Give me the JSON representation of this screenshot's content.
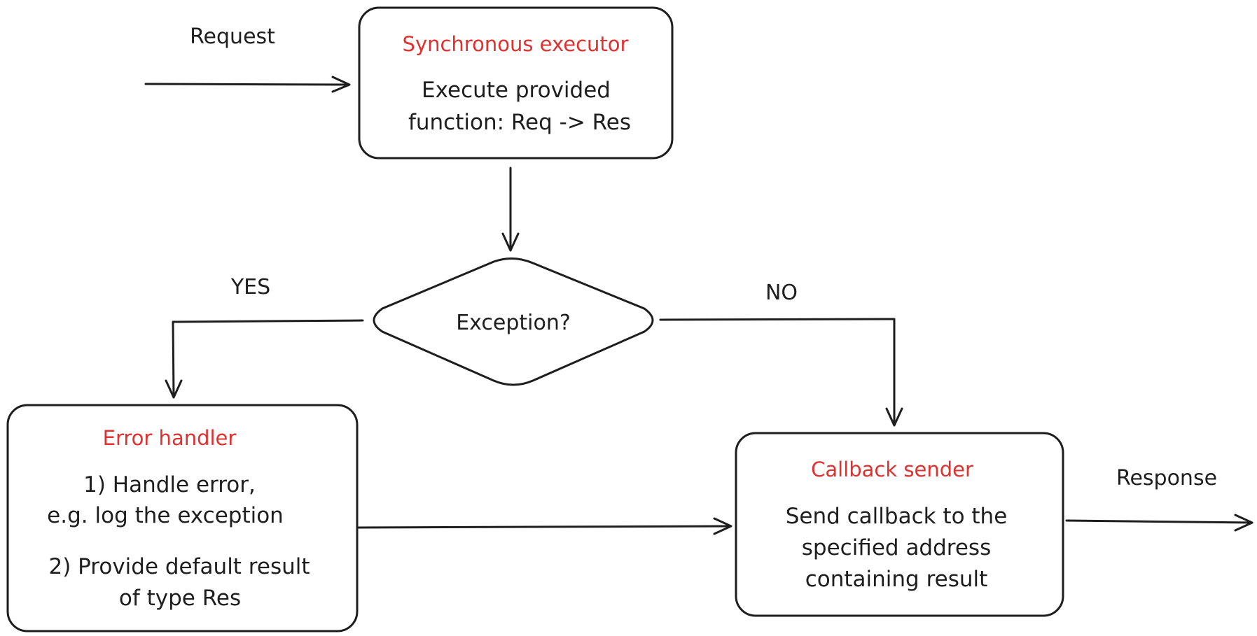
{
  "colors": {
    "title_red": "#e03131",
    "stroke": "#1e1e1e",
    "background": "#ffffff"
  },
  "labels": {
    "request": "Request",
    "response": "Response",
    "yes": "YES",
    "no": "NO"
  },
  "nodes": {
    "sync_executor": {
      "title": "Synchronous executor",
      "lines": [
        "Execute provided",
        "function: Req -> Res"
      ]
    },
    "decision": {
      "text": "Exception?"
    },
    "error_handler": {
      "title": "Error handler",
      "lines": [
        "1) Handle error,",
        "e.g. log the exception",
        "2) Provide default result",
        "of type Res"
      ]
    },
    "callback_sender": {
      "title": "Callback sender",
      "lines": [
        "Send callback to the",
        "specified address",
        "containing result"
      ]
    }
  }
}
